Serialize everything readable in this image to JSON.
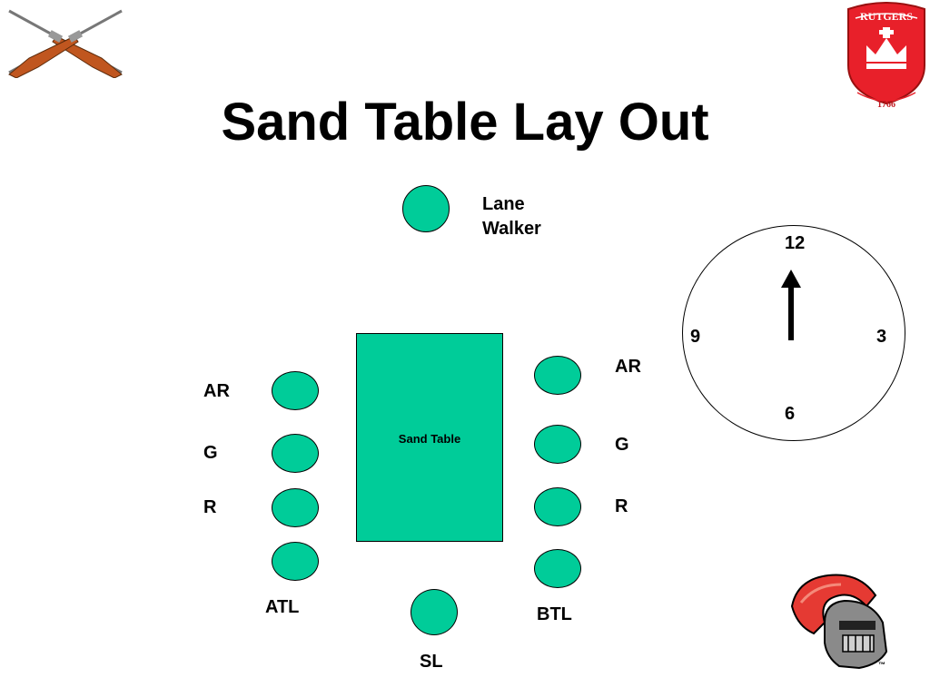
{
  "slide": {
    "title": "Sand Table Lay Out"
  },
  "diagram": {
    "lane_walker_label": "Lane\nWalker",
    "sand_table_label": "Sand Table",
    "left_side": {
      "ar": "AR",
      "g": "G",
      "r": "R",
      "atl": "ATL"
    },
    "right_side": {
      "ar": "AR",
      "g": "G",
      "r": "R",
      "btl": "BTL"
    },
    "sl_label": "SL",
    "clock": {
      "twelve": "12",
      "three": "3",
      "six": "6",
      "nine": "9"
    }
  },
  "colors": {
    "seat": "#00cc99",
    "rifle_stock": "#c0561f",
    "shield_red": "#e8202a",
    "knight_red": "#e53a33"
  },
  "logos": {
    "shield_text": "RUTGERS",
    "shield_year": "1766",
    "trademark": "™"
  },
  "icons": [
    "crossed-rifles-icon",
    "rutgers-shield-icon",
    "scarlet-knight-icon"
  ]
}
